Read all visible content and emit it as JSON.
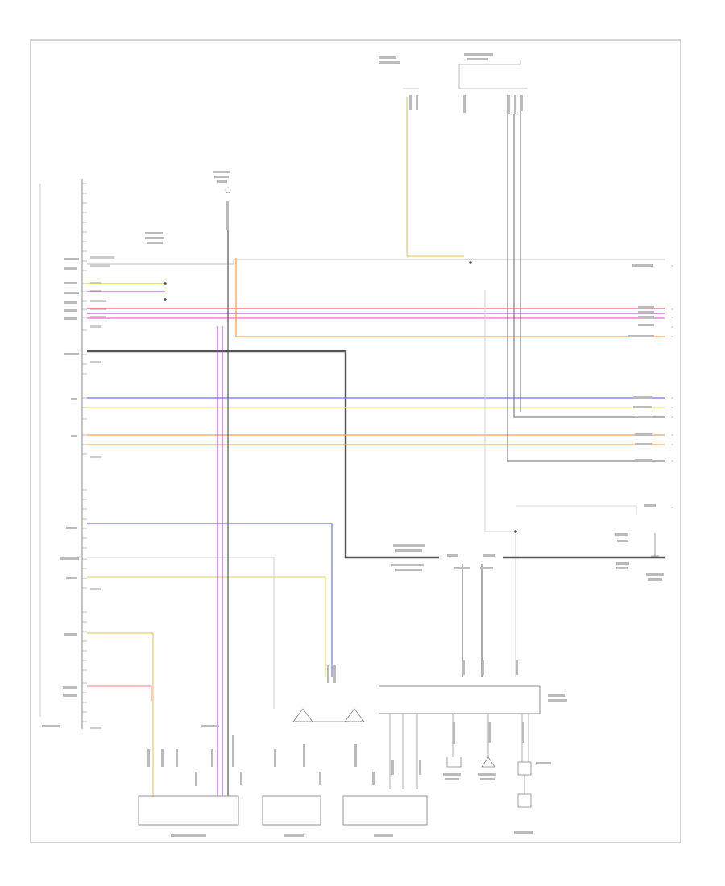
{
  "diagram": {
    "page_ref": "",
    "frame_color": "#aaaaaa"
  },
  "wires": [
    {
      "id": "w-top-gray",
      "color": "#cccccc"
    },
    {
      "id": "w-short-yellow",
      "color": "#d7d000"
    },
    {
      "id": "w-short-violet",
      "color": "#c04fe0"
    },
    {
      "id": "w-red",
      "color": "#ff5a5a"
    },
    {
      "id": "w-violet-1",
      "color": "#b94de6"
    },
    {
      "id": "w-pink",
      "color": "#ff66cc"
    },
    {
      "id": "w-orange-top",
      "color": "#ff9a3c"
    },
    {
      "id": "w-dark-bus",
      "color": "#555555"
    },
    {
      "id": "w-blue",
      "color": "#6f6fff"
    },
    {
      "id": "w-yellow",
      "color": "#f4ef5a"
    },
    {
      "id": "w-orange-1",
      "color": "#ff9f40"
    },
    {
      "id": "w-orange-2",
      "color": "#ffab55"
    },
    {
      "id": "w-gray-vert",
      "color": "#666666"
    },
    {
      "id": "w-light-gray",
      "color": "#d0d0d0"
    },
    {
      "id": "w-yellow-2",
      "color": "#e8e060"
    },
    {
      "id": "w-gold",
      "color": "#e0c050"
    },
    {
      "id": "w-light-red",
      "color": "#ff8080"
    }
  ]
}
